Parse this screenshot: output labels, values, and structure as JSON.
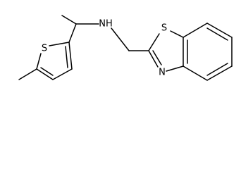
{
  "molecule": {
    "atoms": {
      "S_thiazole": "S",
      "N_thiazole": "N",
      "NH_amine": "NH",
      "S_thiophene": "S"
    }
  }
}
